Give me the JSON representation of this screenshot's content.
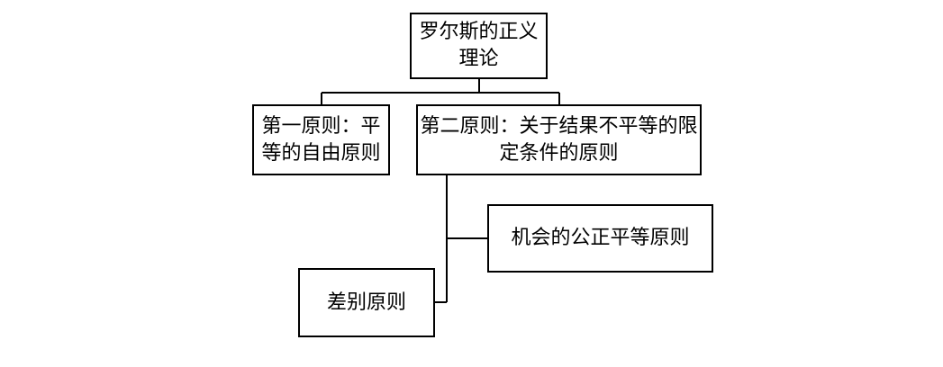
{
  "diagram": {
    "root": {
      "label": "罗尔斯的正义理论"
    },
    "first_principle": {
      "label": "第一原则：平等的自由原则"
    },
    "second_principle": {
      "label": "第二原则：关于结果不平等的限定条件的原则"
    },
    "fair_equality_of_opportunity": {
      "label": "机会的公正平等原则"
    },
    "difference_principle": {
      "label": "差别原则"
    }
  }
}
